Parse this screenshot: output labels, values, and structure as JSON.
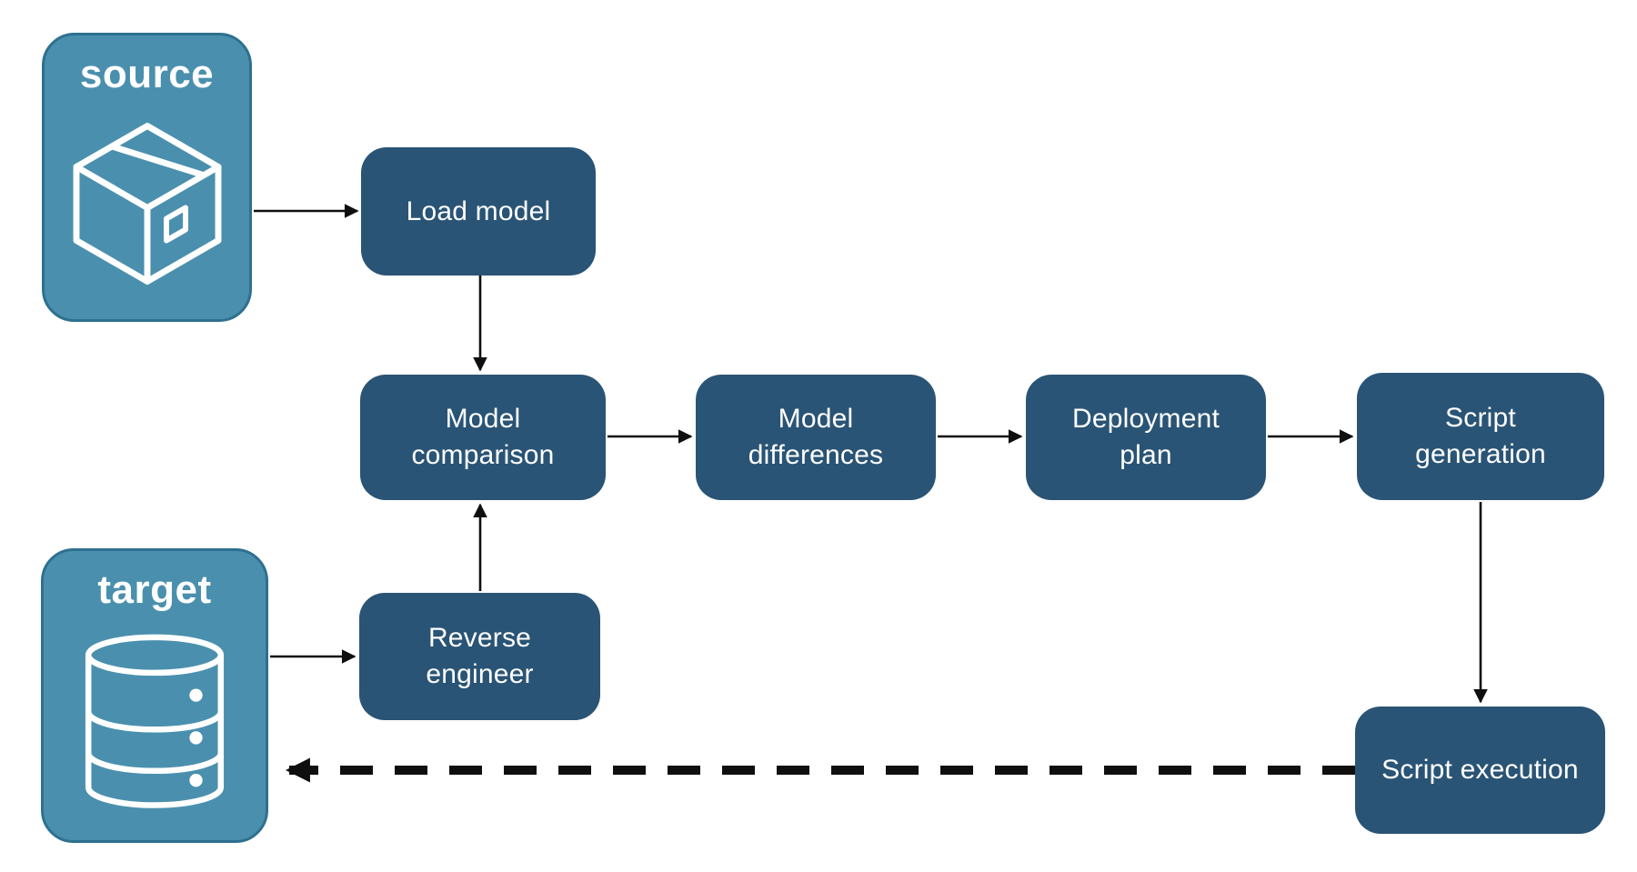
{
  "colors": {
    "background": "#FFFFFF",
    "node_fill": "#2A5475",
    "container_fill": "#4A90AE",
    "container_border": "#2E708F",
    "arrow": "#0F0F0F",
    "label_text": "#FFFFFF"
  },
  "containers": {
    "source": {
      "label": "source",
      "icon": "package-icon"
    },
    "target": {
      "label": "target",
      "icon": "database-icon"
    }
  },
  "nodes": {
    "load_model": {
      "label": "Load model"
    },
    "model_comparison": {
      "label": "Model comparison"
    },
    "model_differences": {
      "label": "Model differences"
    },
    "deployment_plan": {
      "label": "Deployment plan"
    },
    "script_generation": {
      "label": "Script generation"
    },
    "reverse_engineer": {
      "label": "Reverse engineer"
    },
    "script_execution": {
      "label": "Script execution"
    }
  },
  "edges": [
    {
      "from": "source",
      "to": "load_model",
      "style": "solid"
    },
    {
      "from": "load_model",
      "to": "model_comparison",
      "style": "solid"
    },
    {
      "from": "model_comparison",
      "to": "model_differences",
      "style": "solid"
    },
    {
      "from": "model_differences",
      "to": "deployment_plan",
      "style": "solid"
    },
    {
      "from": "deployment_plan",
      "to": "script_generation",
      "style": "solid"
    },
    {
      "from": "script_generation",
      "to": "script_execution",
      "style": "solid"
    },
    {
      "from": "target",
      "to": "reverse_engineer",
      "style": "solid"
    },
    {
      "from": "reverse_engineer",
      "to": "model_comparison",
      "style": "solid"
    },
    {
      "from": "script_execution",
      "to": "target",
      "style": "dashed"
    }
  ]
}
